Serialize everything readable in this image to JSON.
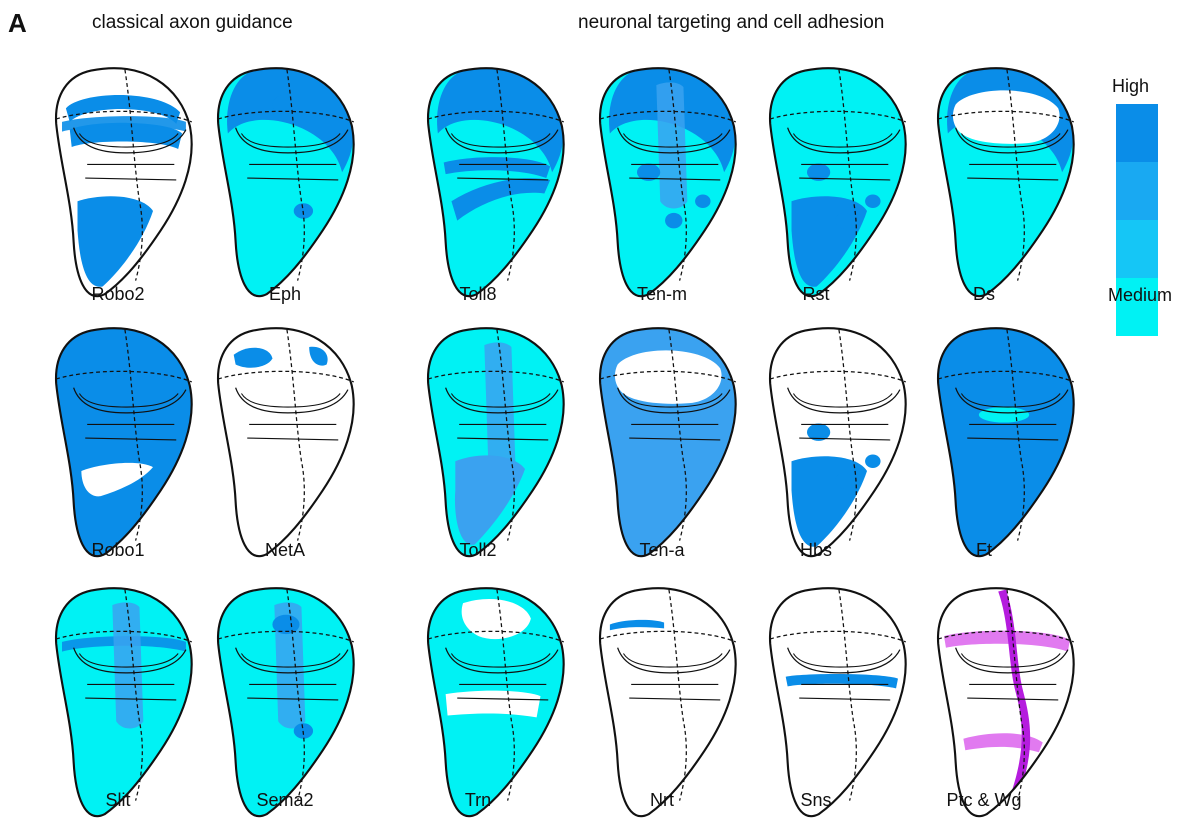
{
  "panel_letter": "A",
  "section_titles": {
    "classical": "classical axon guidance",
    "targeting": "neuronal targeting and cell adhesion"
  },
  "legend": {
    "high": "High",
    "medium": "Medium",
    "colors": [
      "#0a8de8",
      "#19a9f2",
      "#15c6f6",
      "#00f2f4"
    ]
  },
  "colors": {
    "high": "#0a8de8",
    "mid": "#3aa2f0",
    "medium": "#00f2f4",
    "ptc": "#e17af0",
    "wg": "#b51cde",
    "outline": "#111111"
  },
  "discs": [
    {
      "label": "Robo2",
      "base": "white",
      "blobs": [
        "ring-top",
        "ring-mid",
        "lower-blue",
        "stripe"
      ]
    },
    {
      "label": "Eph",
      "base": "cyan",
      "blobs": [
        "rim",
        "spot"
      ]
    },
    {
      "label": "Toll8",
      "base": "cyan",
      "blobs": [
        "rim",
        "band",
        "diag"
      ]
    },
    {
      "label": "Ten-m",
      "base": "cyan",
      "blobs": [
        "rim",
        "vert",
        "spots"
      ]
    },
    {
      "label": "Rst",
      "base": "cyan",
      "blobs": [
        "lower-blue",
        "spots"
      ]
    },
    {
      "label": "Ds",
      "base": "cyan",
      "blobs": [
        "rim",
        "center-white"
      ]
    },
    {
      "label": "Robo1",
      "base": "blue",
      "blobs": [
        "white-lower"
      ]
    },
    {
      "label": "NetA",
      "base": "white",
      "blobs": [
        "spots-top"
      ]
    },
    {
      "label": "Toll2",
      "base": "cyan",
      "blobs": [
        "vert",
        "lower-mid"
      ]
    },
    {
      "label": "Ten-a",
      "base": "midblue",
      "blobs": [
        "center-white"
      ]
    },
    {
      "label": "Hbs",
      "base": "white",
      "blobs": [
        "lower-blue",
        "spots"
      ]
    },
    {
      "label": "Ft",
      "base": "blue",
      "blobs": [
        "cyan-small"
      ]
    },
    {
      "label": "Slit",
      "base": "cyan",
      "blobs": [
        "stripe",
        "vert"
      ]
    },
    {
      "label": "Sema2",
      "base": "cyan",
      "blobs": [
        "vert",
        "spot"
      ]
    },
    {
      "label": "Trn",
      "base": "cyan",
      "blobs": [
        "white-top",
        "white-band"
      ]
    },
    {
      "label": "Nrt",
      "base": "white",
      "blobs": [
        "small-line"
      ]
    },
    {
      "label": "Sns",
      "base": "white",
      "blobs": [
        "bottom-band"
      ]
    },
    {
      "label": "Ptc & Wg",
      "base": "white",
      "blobs": [
        "ptc-wg"
      ]
    }
  ]
}
